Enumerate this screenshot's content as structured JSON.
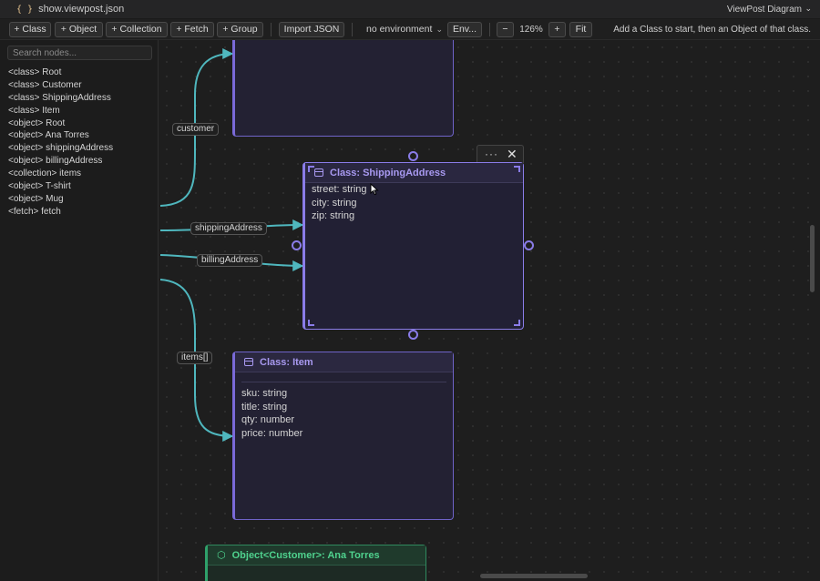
{
  "titlebar": {
    "file_icon": "{ }",
    "file_name": "show.viewpost.json",
    "app_name": "ViewPost Diagram",
    "app_chevron": "⌄"
  },
  "toolbar": {
    "add_class": "+ Class",
    "add_object": "+ Object",
    "add_collection": "+ Collection",
    "add_fetch": "+ Fetch",
    "add_group": "+ Group",
    "import_json": "Import JSON",
    "environment": "no environment",
    "env_button": "Env...",
    "zoom_out": "−",
    "zoom_level": "126%",
    "zoom_in": "+",
    "fit": "Fit",
    "hint": "Add a Class to start, then an Object of that class."
  },
  "sidebar": {
    "search_placeholder": "Search nodes...",
    "items": [
      "<class> Root",
      "<class> Customer",
      "<class> ShippingAddress",
      "<class> Item",
      "<object> Root",
      "<object> Ana Torres",
      "<object> shippingAddress",
      "<object> billingAddress",
      "<collection> items",
      "<object> T-shirt",
      "<object> Mug",
      "<fetch> fetch"
    ]
  },
  "edges": {
    "customer": "customer",
    "shipping": "shippingAddress",
    "billing": "billingAddress",
    "items": "items[]"
  },
  "nodes": {
    "shipping_address": {
      "title": "Class: ShippingAddress",
      "fields": [
        "street: string",
        "city: string",
        "zip: string"
      ]
    },
    "item": {
      "title": "Class: Item",
      "fields": [
        "sku: string",
        "title: string",
        "qty: number",
        "price: number"
      ]
    },
    "customer_object": {
      "title": "Object<Customer>: Ana Torres"
    }
  },
  "node_menu": {
    "more": "···",
    "close": "✕"
  },
  "colors": {
    "edge": "#4fb7be",
    "class_accent": "#8a7ce8",
    "object_accent": "#4fd28e"
  }
}
